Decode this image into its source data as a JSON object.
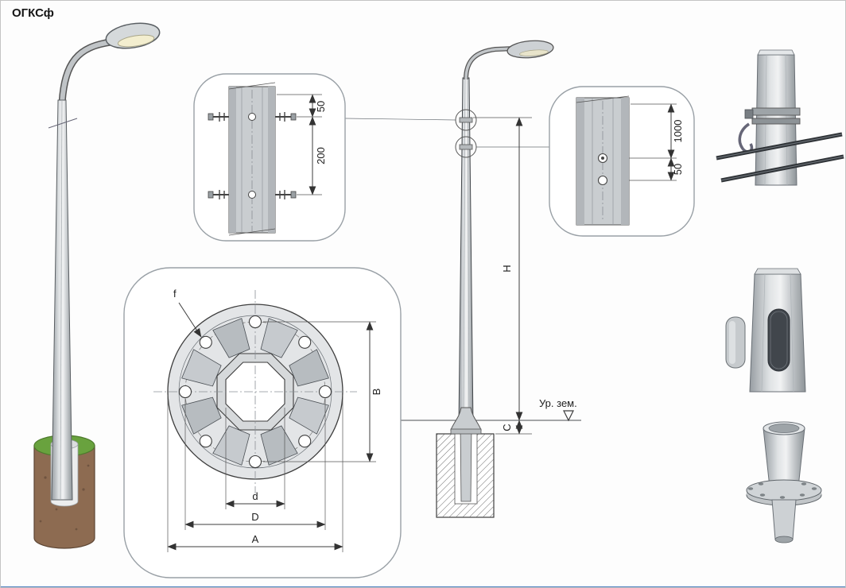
{
  "title": "ОГКСф",
  "top_detail": {
    "dim_50": "50",
    "dim_200": "200"
  },
  "flange_detail": {
    "hole_label": "f",
    "dim_B": "B",
    "dim_d": "d",
    "dim_D": "D",
    "dim_A": "A"
  },
  "elevation": {
    "dim_H": "H",
    "dim_C": "C",
    "ground_label": "Ур. зем."
  },
  "right_detail": {
    "dim_1000": "1000",
    "dim_50": "50"
  },
  "colors": {
    "line": "#3d3d3d",
    "pole_gray": "#c9cdd0",
    "foundation_brown": "#8d6b51",
    "grass_green": "#69a23e",
    "door_opening": "#41464c",
    "window_edge_blue": "#4d7fbe"
  }
}
